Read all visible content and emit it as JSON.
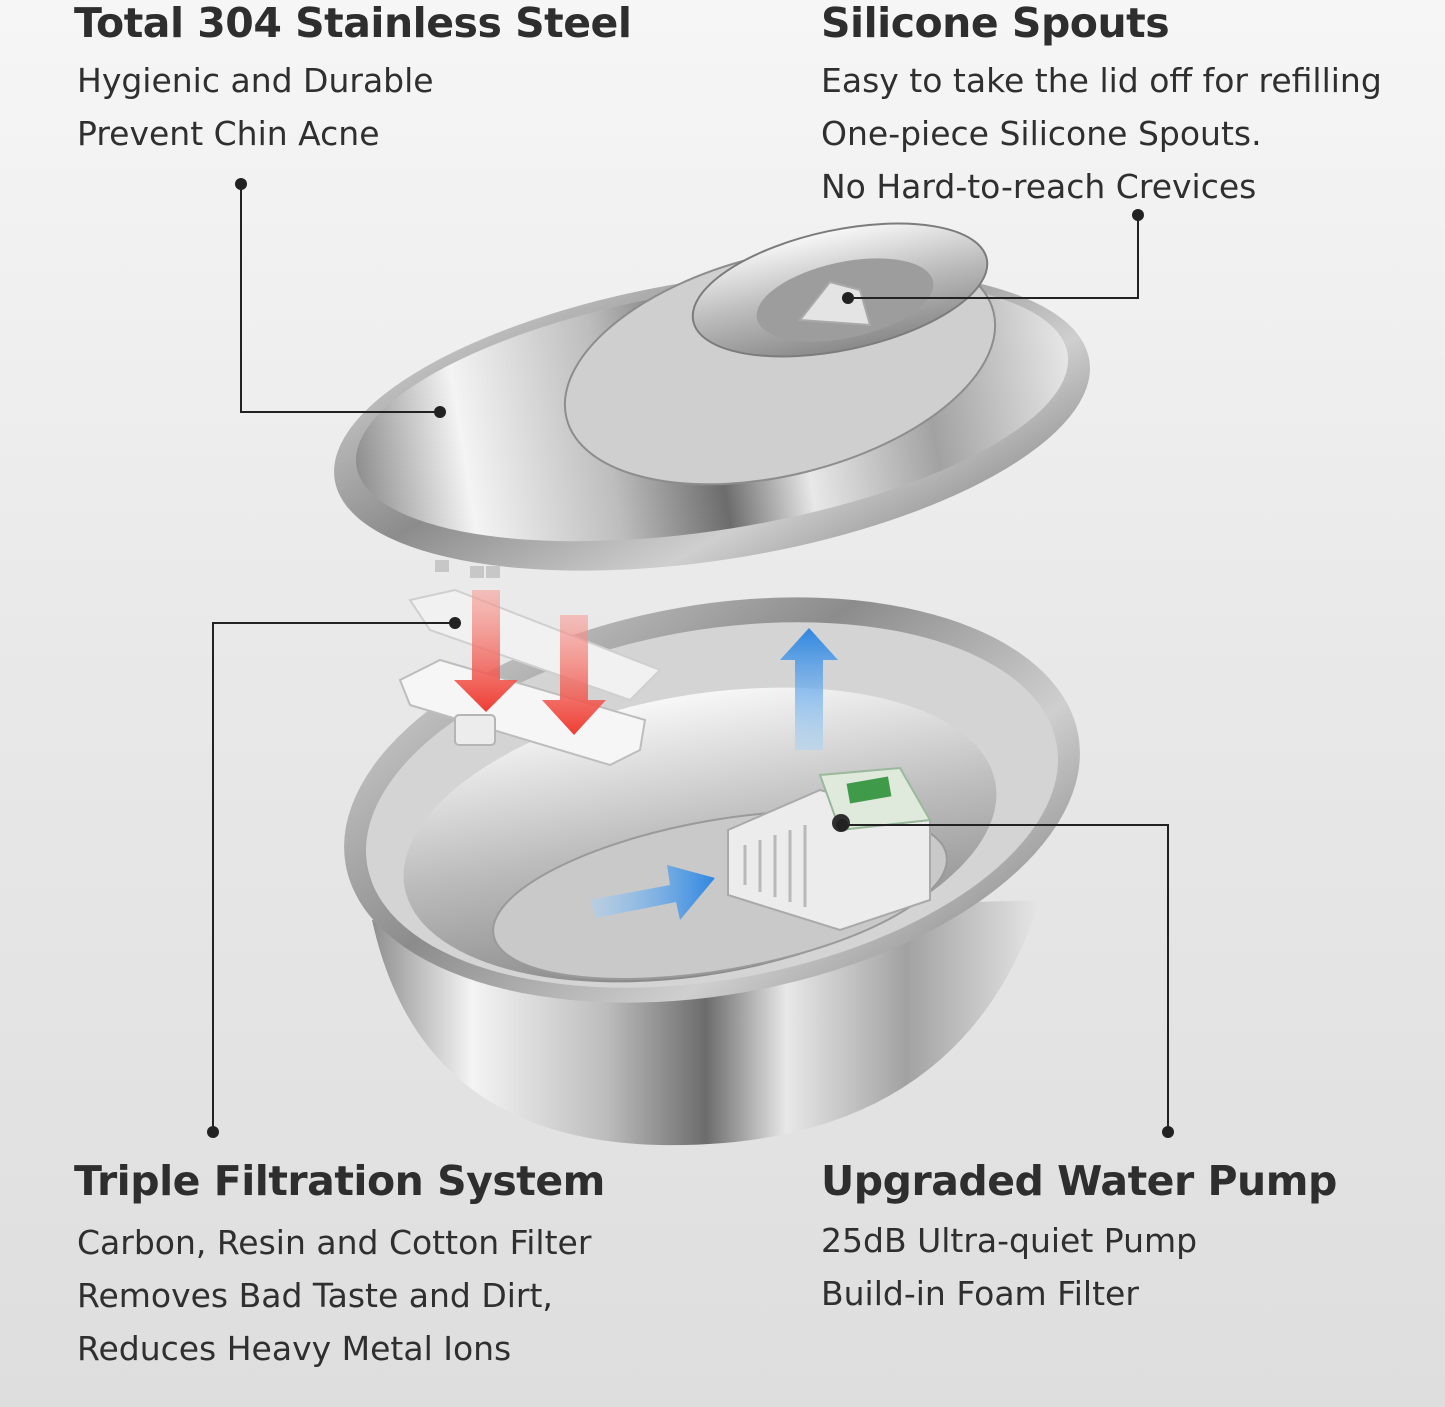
{
  "features": {
    "steel": {
      "title": "Total 304 Stainless Steel",
      "lines": [
        "Hygienic and Durable",
        "Prevent Chin Acne"
      ]
    },
    "spouts": {
      "title": "Silicone Spouts",
      "lines": [
        "Easy to take the lid off for refilling",
        "One-piece Silicone Spouts.",
        "No Hard-to-reach Crevices"
      ]
    },
    "filter": {
      "title": "Triple Filtration System",
      "lines": [
        "Carbon, Resin and Cotton Filter",
        "Removes Bad Taste and Dirt,",
        "Reduces Heavy Metal Ions"
      ]
    },
    "pump": {
      "title": "Upgraded Water Pump",
      "lines": [
        "25dB Ultra-quiet Pump",
        "Build-in Foam Filter"
      ]
    }
  },
  "icons": {
    "product": "stainless-steel-pet-fountain",
    "flow_down": "red-arrow-icon",
    "flow_up": "blue-arrow-icon"
  },
  "colors": {
    "text": "#2e2e2e",
    "leader_line": "#222222",
    "arrow_red": "#ee4a40",
    "arrow_blue": "#3f95e6"
  }
}
